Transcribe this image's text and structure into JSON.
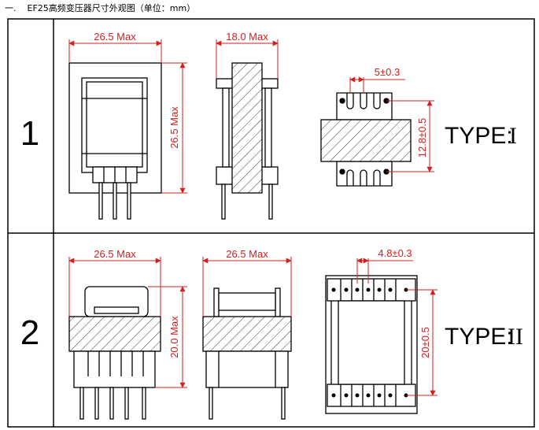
{
  "title": {
    "prefix": "一.",
    "text": "EF25高频变压器尺寸外观图（单位：mm）"
  },
  "rows": [
    {
      "number": "1",
      "front_width": "26.5 Max",
      "front_height": "26.5 Max",
      "side_width": "18.0 Max",
      "pin_pitch": "5±0.3",
      "bottom_height": "12.8±0.5",
      "type_label": "TYPE:",
      "type_roman": "I"
    },
    {
      "number": "2",
      "front_width": "26.5 Max",
      "front_height": "20.0 Max",
      "side_width": "26.5 Max",
      "pin_pitch": "4.8±0.3",
      "bottom_height": "20±0.5",
      "type_label": "TYPE:",
      "type_roman": "II"
    }
  ],
  "colors": {
    "dimension": "#d12020",
    "outline": "#000000",
    "table_line": "#000000"
  }
}
